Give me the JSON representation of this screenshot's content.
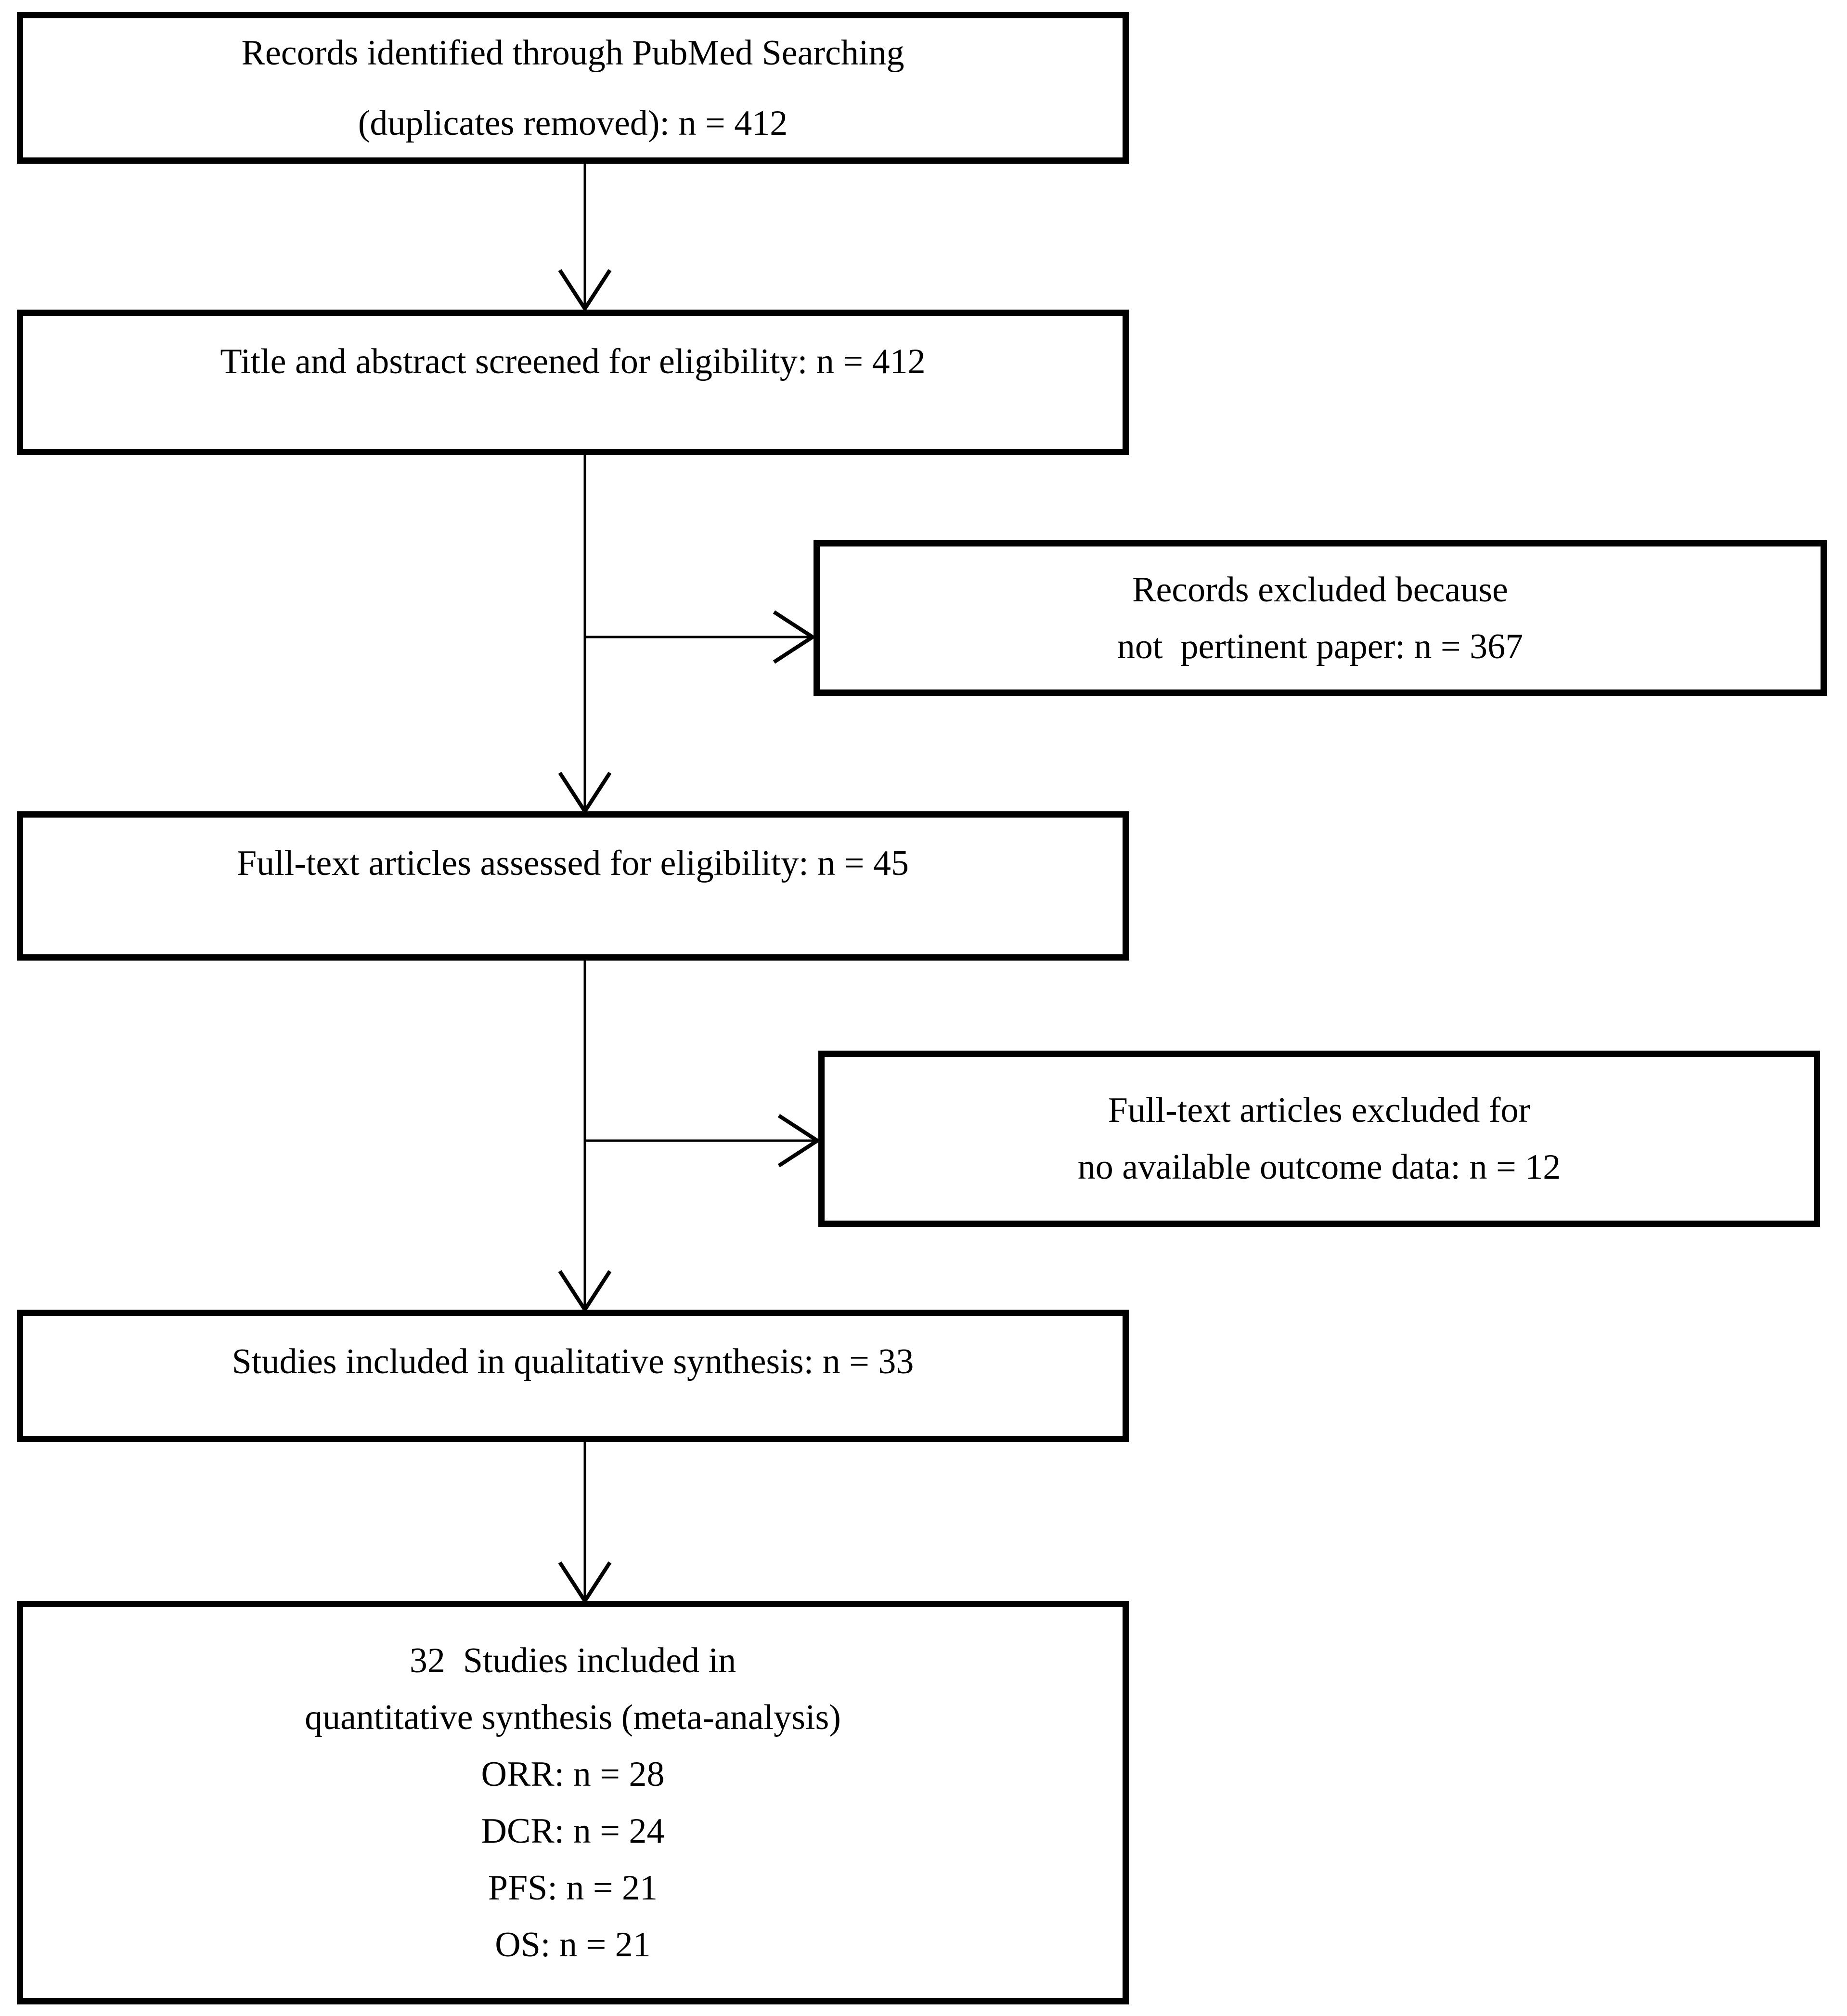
{
  "figure": {
    "type": "prisma-flow-diagram",
    "colors": {
      "background": "#ffffff",
      "box_border": "#000000",
      "text": "#000000",
      "connector": "#000000"
    },
    "nodes": {
      "identified": {
        "lines": [
          "Records identified through PubMed Searching",
          "(duplicates removed): n = 412"
        ]
      },
      "screened": {
        "lines": [
          "Title and abstract screened for eligibility: n = 412"
        ]
      },
      "excluded_screen": {
        "lines": [
          "Records excluded because",
          "not  pertinent paper: n = 367"
        ]
      },
      "fulltext": {
        "lines": [
          "Full-text articles assessed for eligibility: n = 45"
        ]
      },
      "excluded_fulltext": {
        "lines": [
          "Full-text articles excluded for",
          "no available outcome data: n = 12"
        ]
      },
      "qualitative": {
        "lines": [
          "Studies included in qualitative synthesis: n = 33"
        ]
      },
      "quantitative": {
        "lines": [
          "32  Studies included in",
          "quantitative synthesis (meta-analysis)",
          "ORR: n = 28",
          "DCR: n = 24",
          "PFS: n = 21",
          "OS: n = 21"
        ]
      }
    },
    "edges": [
      {
        "from": "identified",
        "to": "screened"
      },
      {
        "from": "screened",
        "to": "excluded_screen"
      },
      {
        "from": "screened",
        "to": "fulltext"
      },
      {
        "from": "fulltext",
        "to": "excluded_fulltext"
      },
      {
        "from": "fulltext",
        "to": "qualitative"
      },
      {
        "from": "qualitative",
        "to": "quantitative"
      }
    ]
  }
}
